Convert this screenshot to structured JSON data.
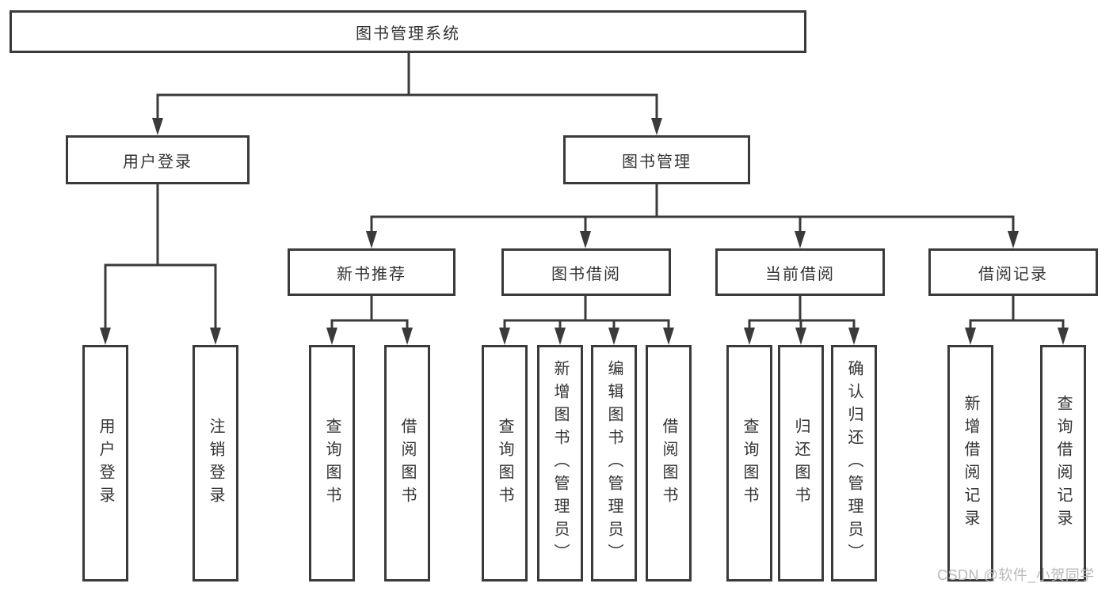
{
  "colors": {
    "line": "#3a3a3a",
    "box_border": "#3a3a3a",
    "text": "#333333",
    "watermark": "#b8b8b8"
  },
  "tree": {
    "root": "图书管理系统",
    "branches": [
      {
        "label": "用户登录",
        "children": [
          "用户登录",
          "注销登录"
        ]
      },
      {
        "label": "图书管理",
        "groups": [
          {
            "label": "新书推荐",
            "children": [
              "查询图书",
              "借阅图书"
            ]
          },
          {
            "label": "图书借阅",
            "children": [
              "查询图书",
              "新增图书（管理员）",
              "编辑图书（管理员）",
              "借阅图书"
            ]
          },
          {
            "label": "当前借阅",
            "children": [
              "查询图书",
              "归还图书",
              "确认归还（管理员）"
            ]
          },
          {
            "label": "借阅记录",
            "children": [
              "新增借阅记录",
              "查询借阅记录"
            ]
          }
        ]
      }
    ]
  },
  "watermark": "CSDN @软件_小贺同学"
}
